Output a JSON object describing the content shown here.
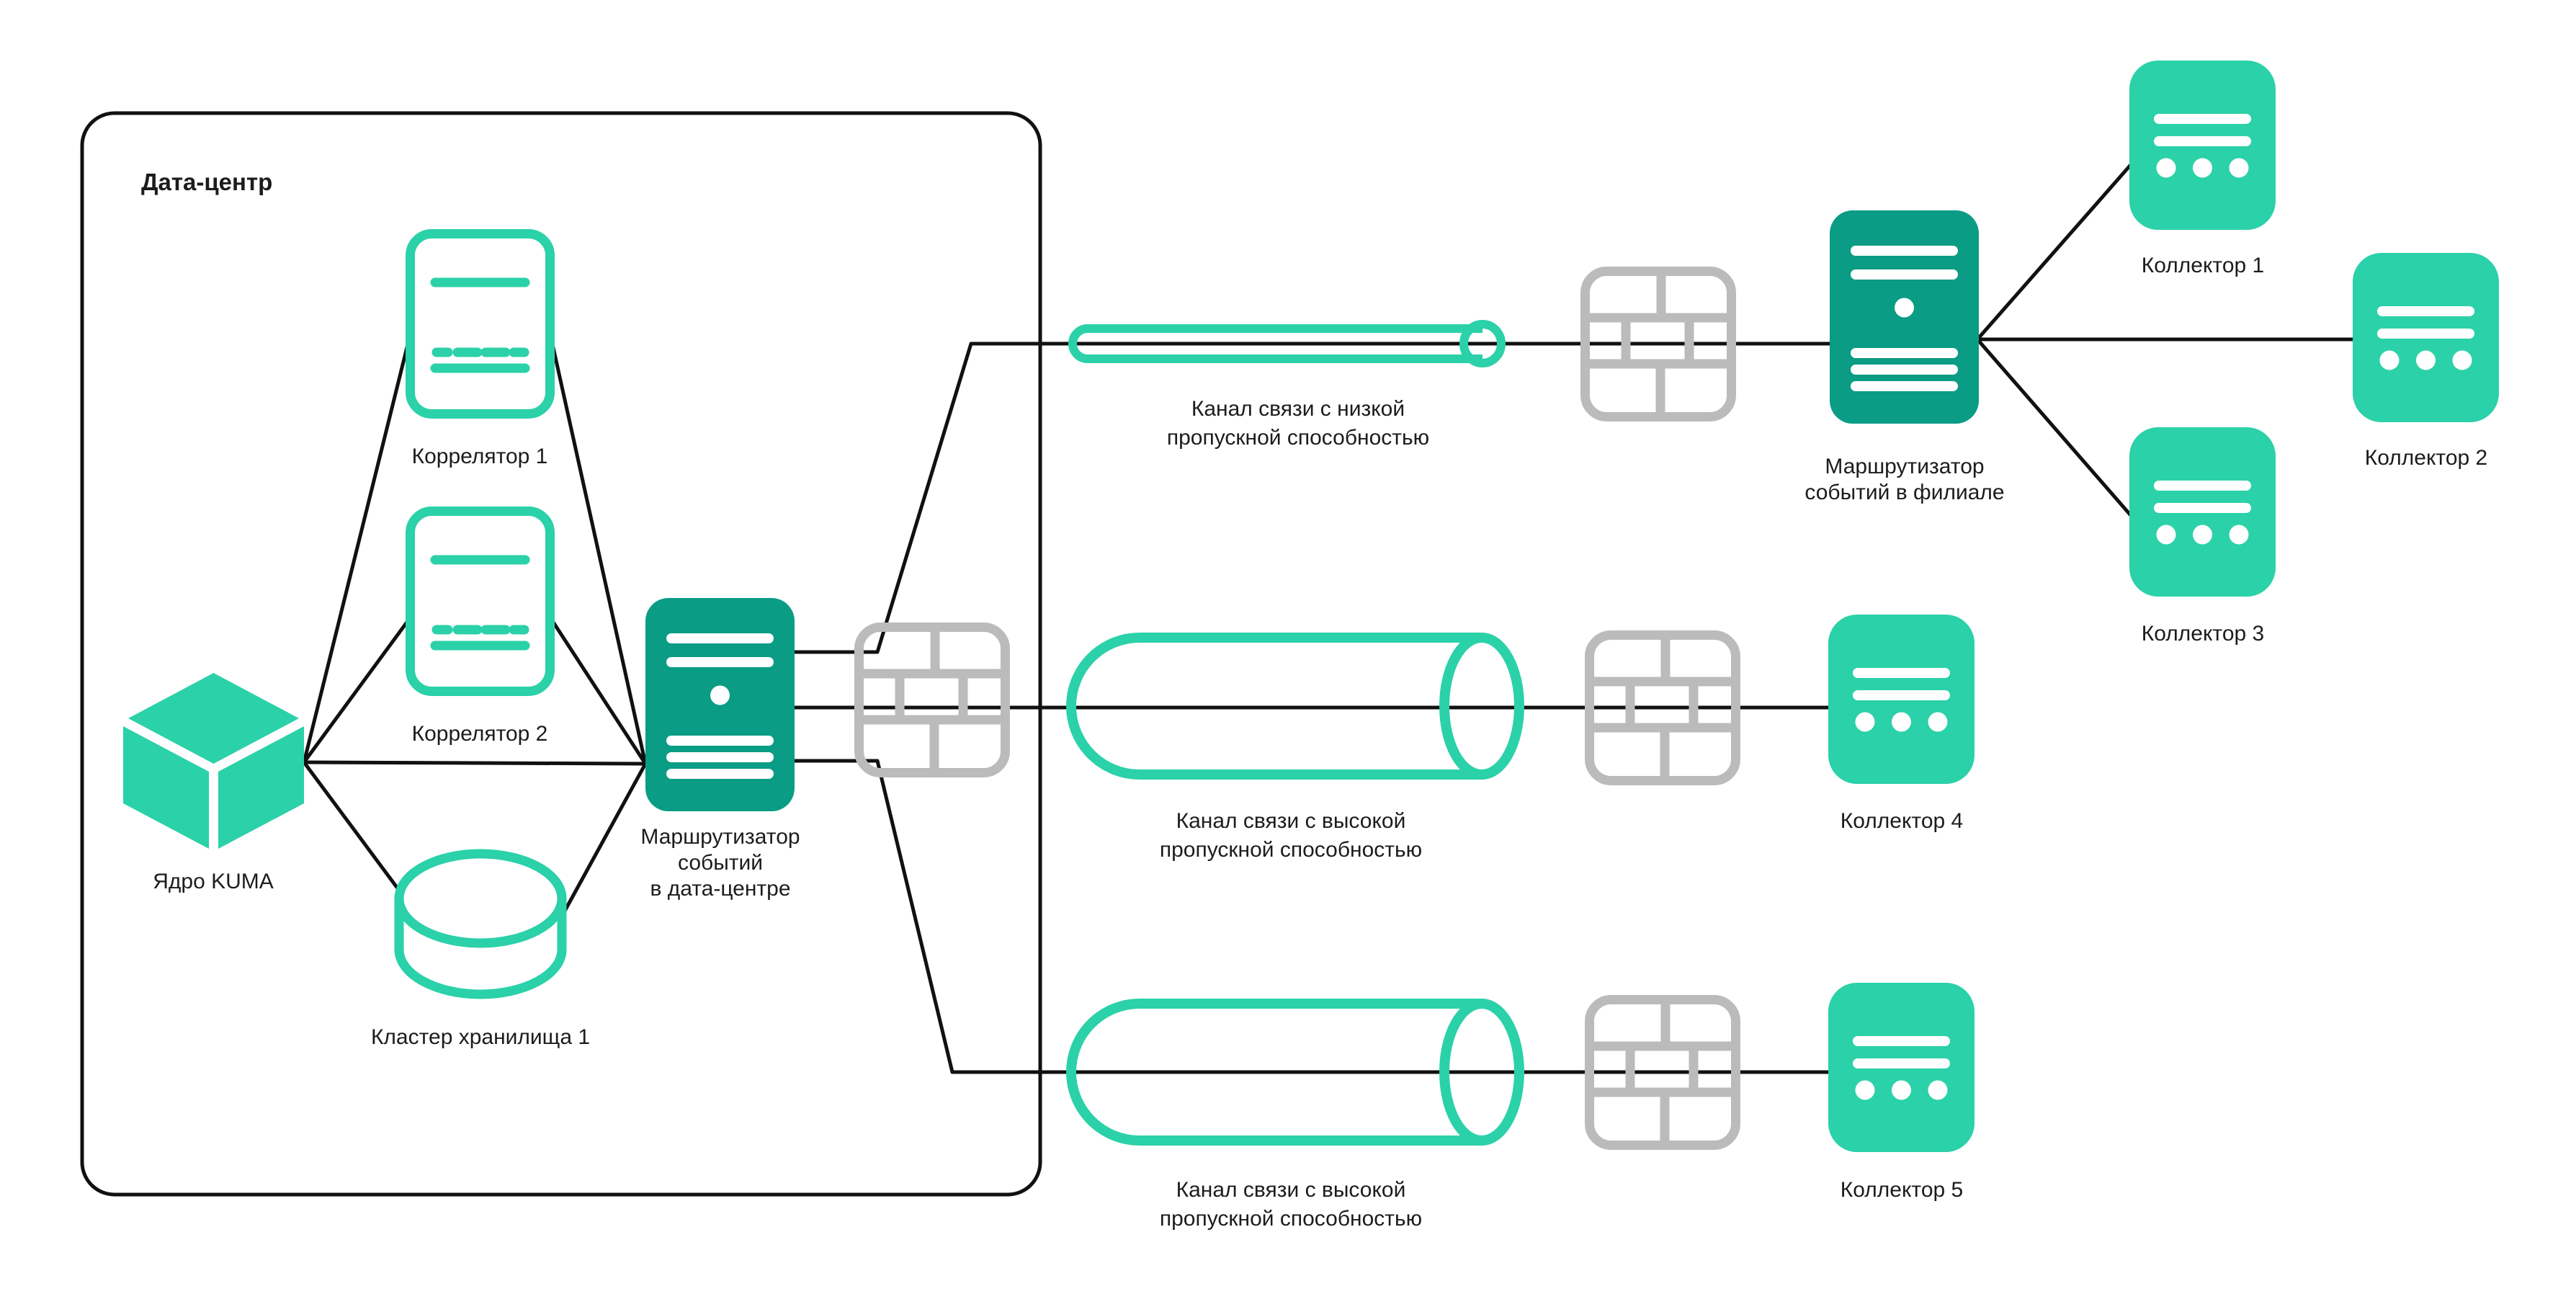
{
  "page": {
    "background": "#ffffff",
    "description": "KUMA distributed installation architecture diagram"
  },
  "colors": {
    "accent_green": "#2bd1a8",
    "accent_teal_dark": "#0b9c85",
    "firewall_gray": "#bbbbbb",
    "line_black": "#111111",
    "text_black": "#1c1c1c"
  },
  "datacenter": {
    "title": "Дата-центр",
    "correlator1_label": "Коррелятор 1",
    "correlator2_label": "Коррелятор 2",
    "core_label": "Ядро KUMA",
    "storage_label": "Кластер хранилища 1",
    "router_label_1": "Маршрутизатор",
    "router_label_2": "событий",
    "router_label_3": "в дата-центре"
  },
  "channels": {
    "low": {
      "line1": "Канал связи с низкой",
      "line2": "пропускной способностью"
    },
    "high1": {
      "line1": "Канал связи с высокой",
      "line2": "пропускной способностью"
    },
    "high2": {
      "line1": "Канал связи с высокой",
      "line2": "пропускной способностью"
    }
  },
  "branch": {
    "router_label_1": "Маршрутизатор",
    "router_label_2": "событий в филиале",
    "collector1_label": "Коллектор 1",
    "collector2_label": "Коллектор 2",
    "collector3_label": "Коллектор 3",
    "collector4_label": "Коллектор 4",
    "collector5_label": "Коллектор 5"
  }
}
